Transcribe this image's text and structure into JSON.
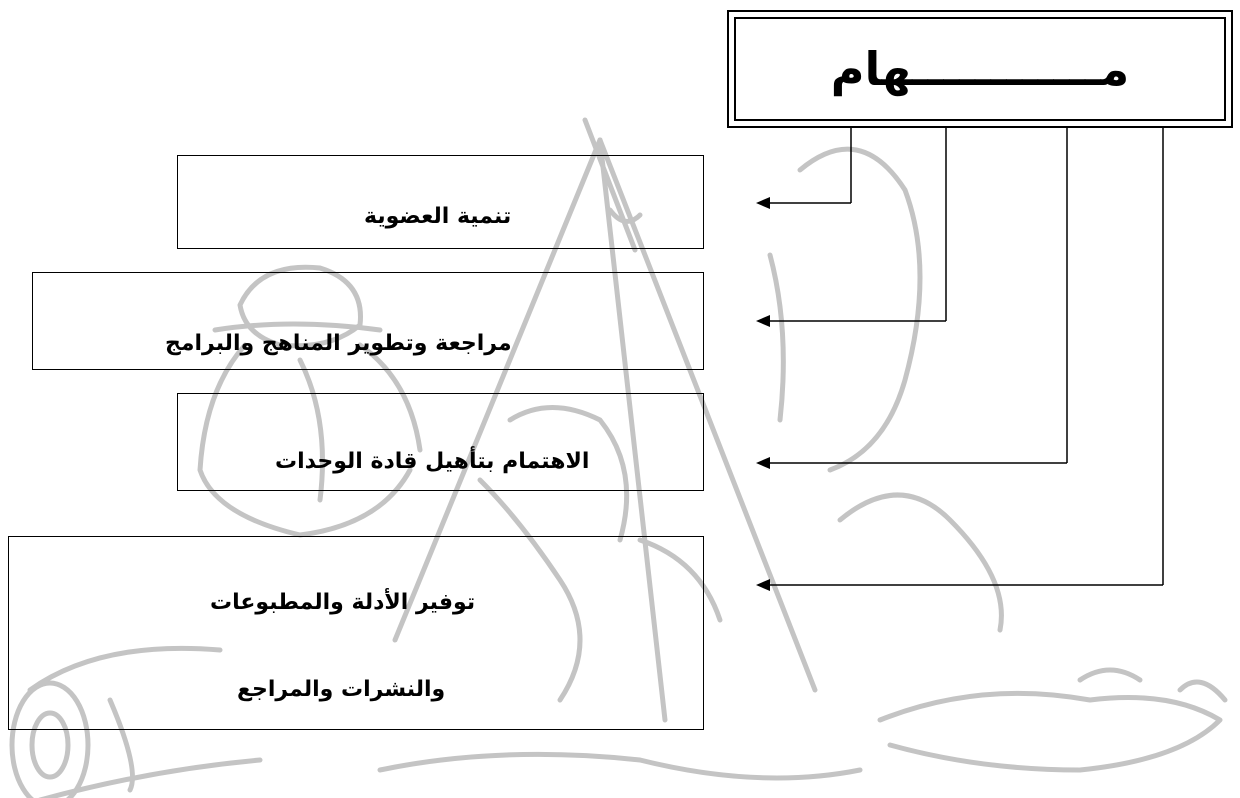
{
  "diagram": {
    "title": "مــــــــــــهام",
    "tasks": [
      {
        "lines": [
          "تنمية العضوية"
        ]
      },
      {
        "lines": [
          "مراجعة وتطوير المناهج والبرامج"
        ]
      },
      {
        "lines": [
          "الاهتمام بتأهيل قادة الوحدات"
        ]
      },
      {
        "lines": [
          "توفير الأدلة والمطبوعات",
          "والنشرات والمراجع"
        ]
      }
    ]
  },
  "colors": {
    "line": "#000000",
    "watermark": "#c4c4c4",
    "background": "#ffffff"
  }
}
